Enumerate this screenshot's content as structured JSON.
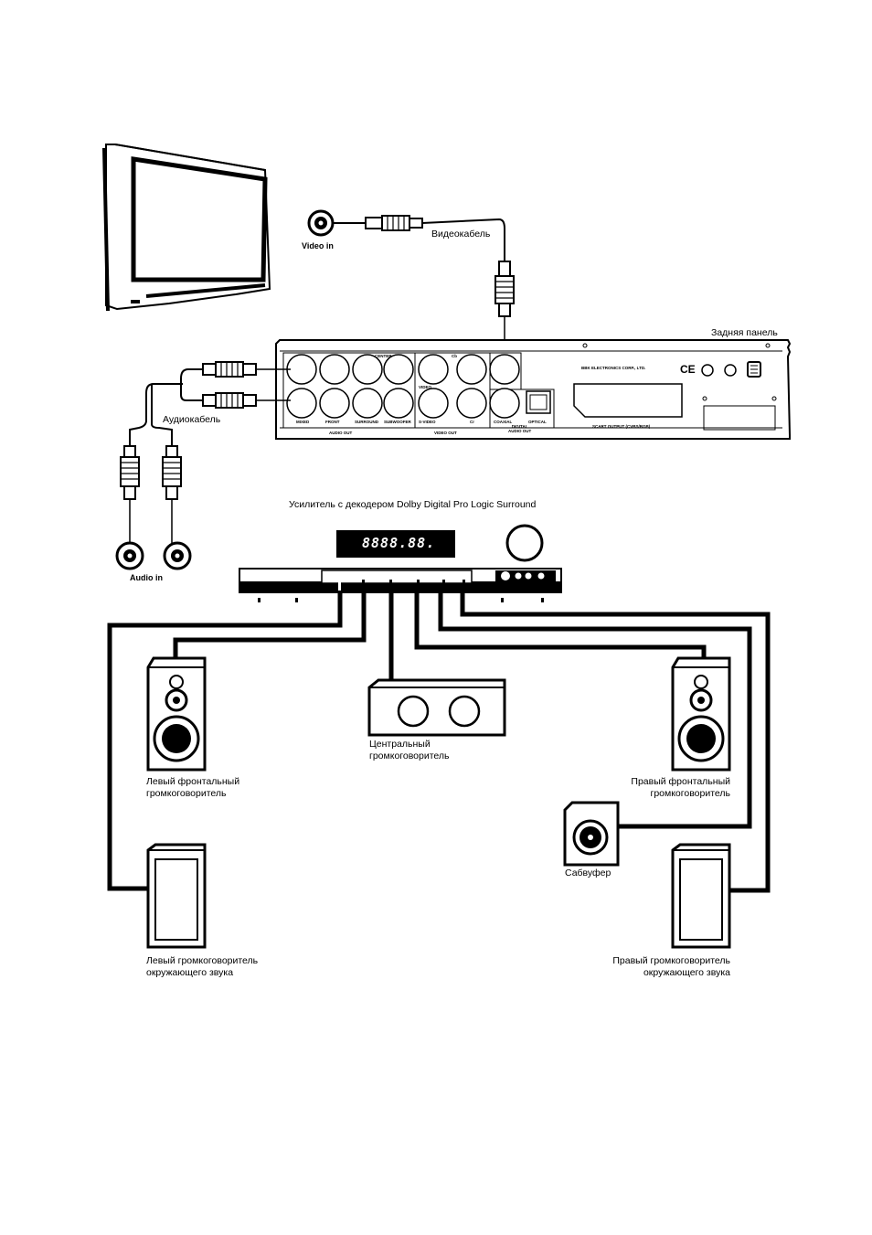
{
  "labels": {
    "video_in": "Video in",
    "video_cable": "Видеокабель",
    "rear_panel": "Задняя панель",
    "audio_cable": "Аудиокабель",
    "amplifier": "Усилитель с декодером Dolby Digital Pro Logic Surround",
    "audio_in": "Audio in",
    "center_speaker": "Центральный\nгромкоговоритель",
    "left_front": "Левый фронтальный\nгромкоговоритель",
    "right_front": "Правый фронтальный\nгромкоговоритель",
    "subwoofer": "Сабвуфер",
    "left_surround": "Левый громкоговоритель\nокружающего звука",
    "right_surround": "Правый громкоговоритель\nокружающего звука"
  },
  "panel": {
    "brand": "BBK ELECTRONICS CORP., LTD.",
    "audio_out": "AUDIO OUT",
    "video_out": "VIDEO OUT",
    "digital_audio_out": "DIGITAL\nAUDIO OUT",
    "scart": "SCART OUTPUT (CVBS/RGB)",
    "front": "FRONT",
    "surround": "SURROUND",
    "subwoofer": "SUBWOOFER",
    "center": "CENTER",
    "mixed": "MIXED",
    "svideo": "S-VIDEO",
    "video": "VIDEO",
    "coaxial": "COAXIAL",
    "optical": "OPTICAL",
    "cb": "Cb",
    "cr": "Cr",
    "ce": "CE"
  },
  "amplifier_display": "8888.88.",
  "colors": {
    "line": "#000000",
    "background": "#ffffff"
  }
}
